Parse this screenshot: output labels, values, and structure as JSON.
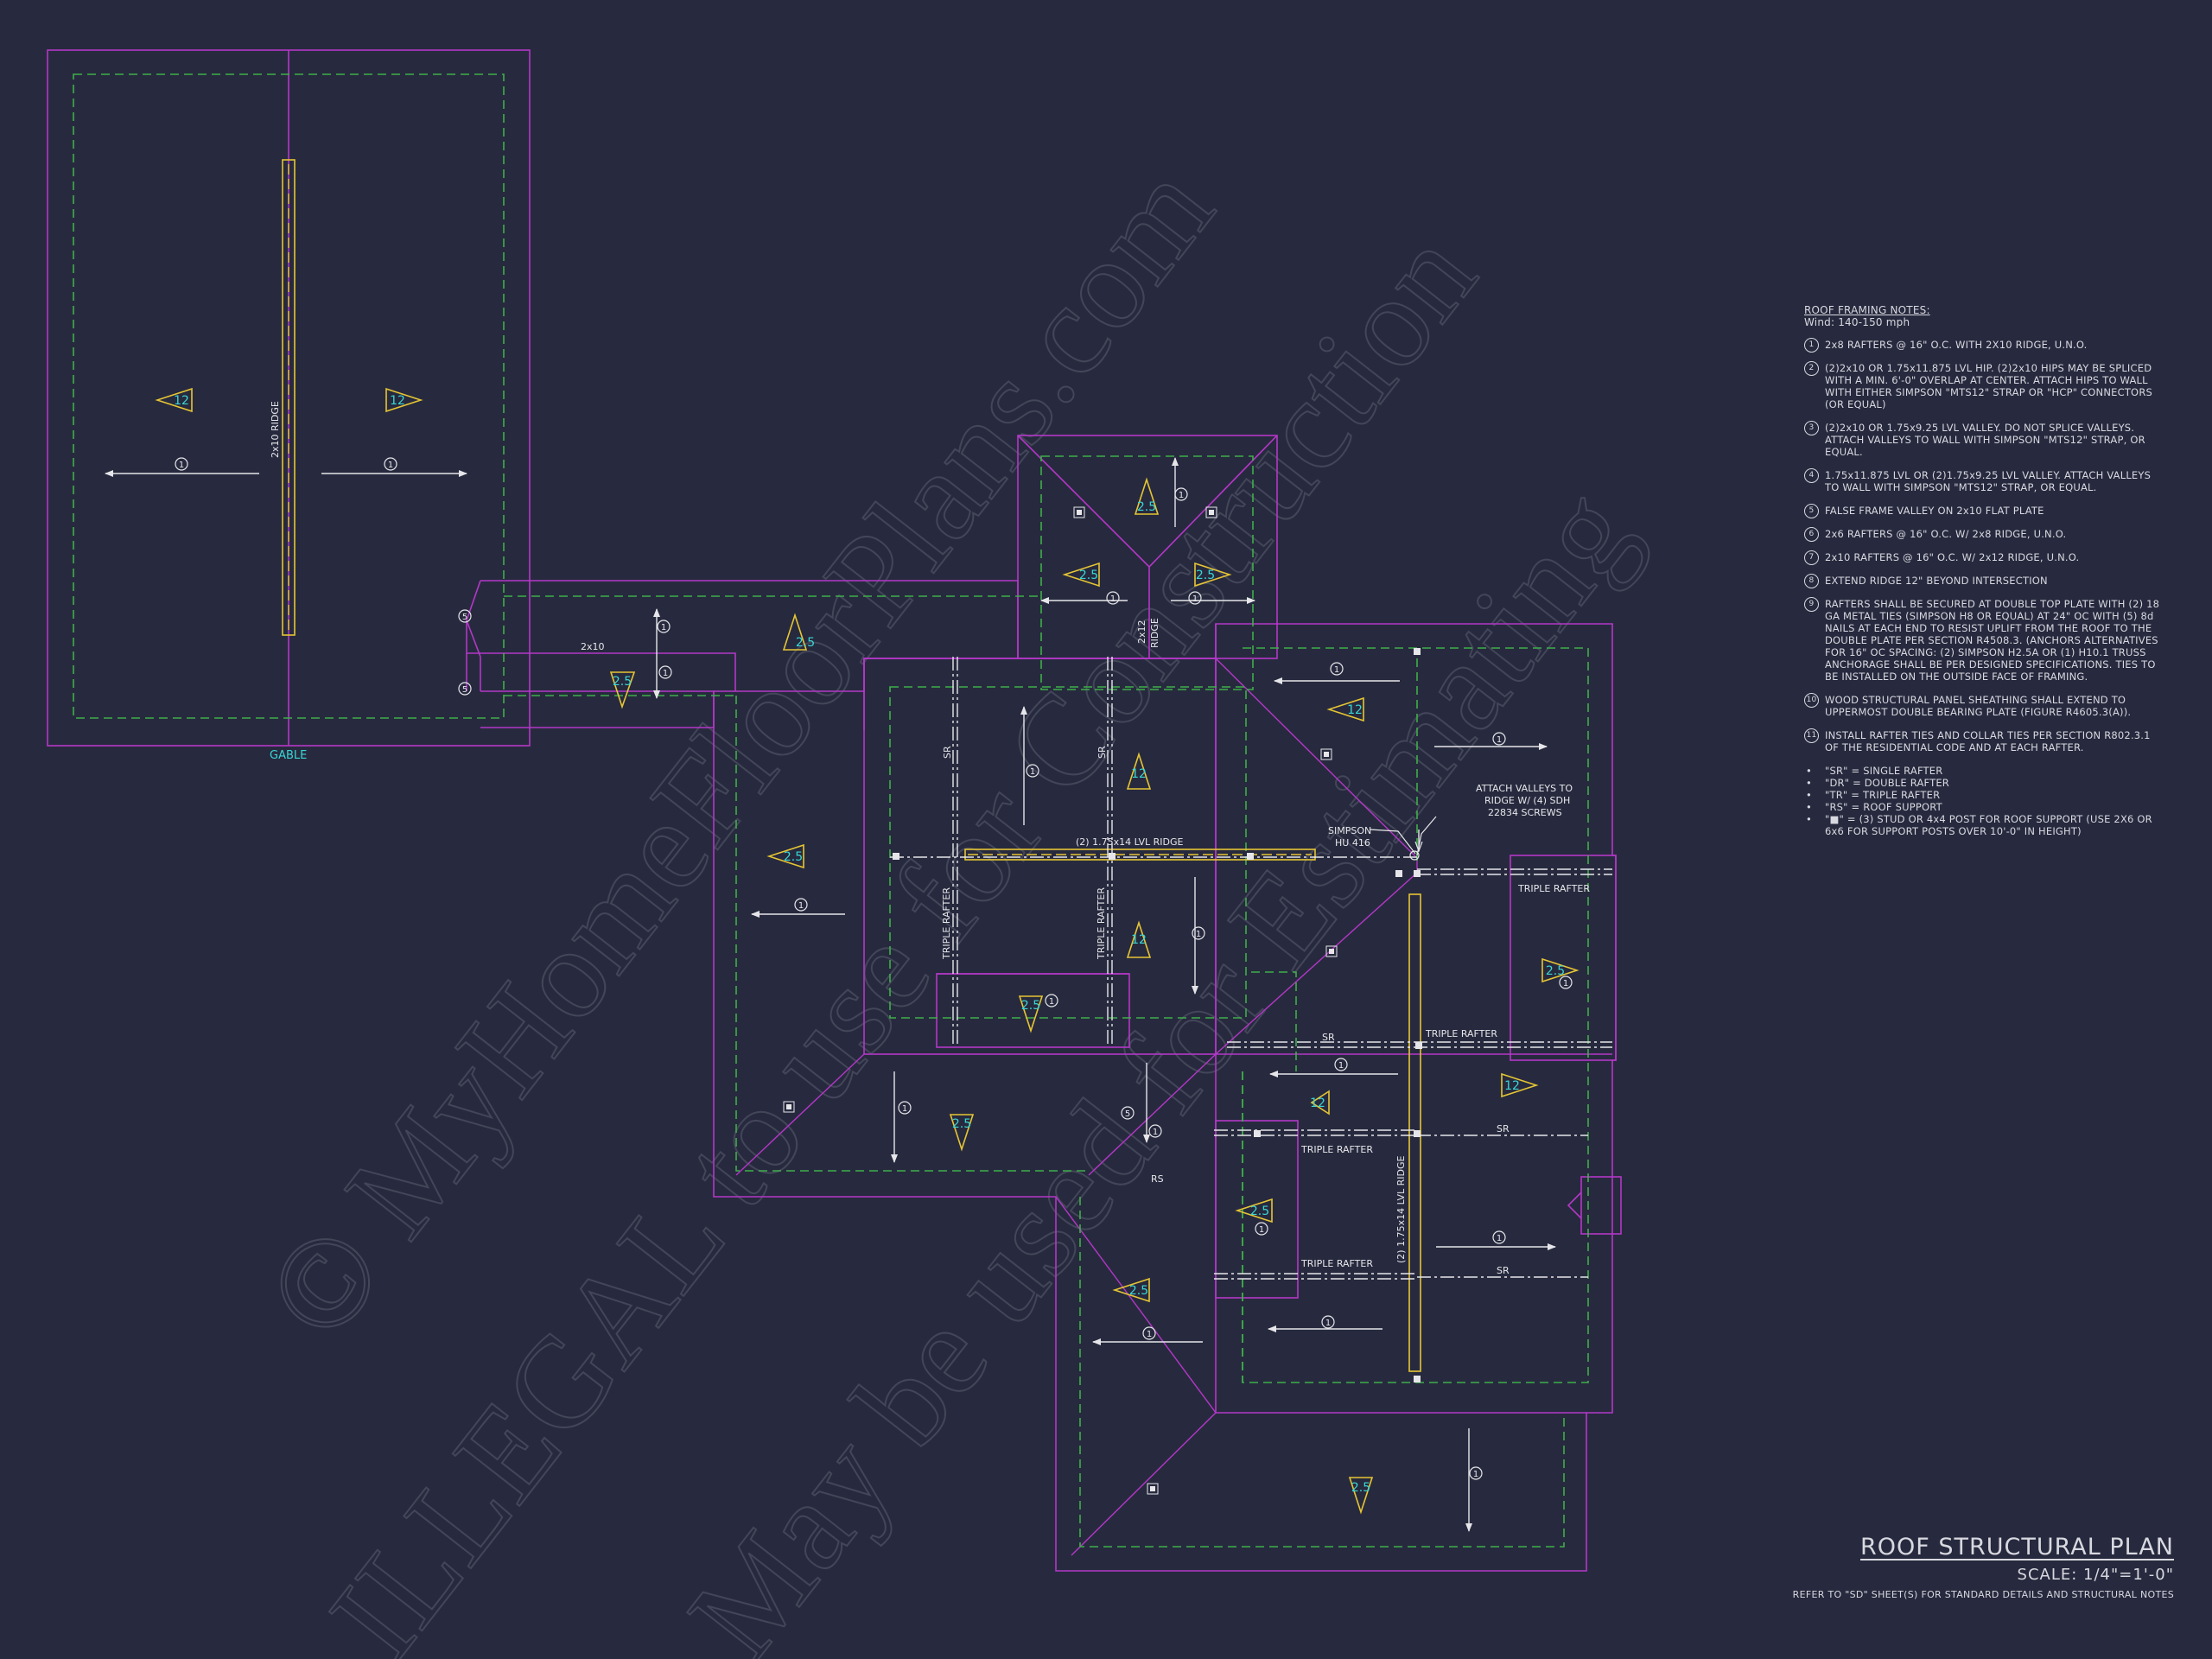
{
  "watermark": {
    "line1": "© MyHomeFloorPlans.com",
    "line2": "ILLEGAL to use for Construction",
    "line3": "May be used for Estimating"
  },
  "plan": {
    "labels": {
      "gable": "GABLE",
      "ridge_2x10": "2x10 RIDGE",
      "label_2x10": "2x10",
      "ridge_2x12": "2x12",
      "ridge_word": "RIDGE",
      "lvl_ridge_h": "(2) 1.75x14 LVL RIDGE",
      "lvl_ridge_v": "(2) 1.75x14 LVL RIDGE",
      "sr": "SR",
      "rs": "RS",
      "triple_rafter": "TRIPLE RAFTER",
      "simpson_1": "SIMPSON",
      "simpson_2": "HU 416",
      "attach_1": "ATTACH VALLEYS TO",
      "attach_2": "RIDGE W/ (4) SDH",
      "attach_3": "22834 SCREWS"
    },
    "pitch_12": "12",
    "pitch_25": "2.5",
    "note_tag_1": "1",
    "note_tag_5": "5"
  },
  "notes": {
    "title": "ROOF FRAMING NOTES:",
    "wind": "Wind: 140-150 mph",
    "items": [
      {
        "num": "1",
        "text": "2x8 RAFTERS @ 16\" O.C. WITH 2X10 RIDGE, U.N.O."
      },
      {
        "num": "2",
        "text": "(2)2x10 OR 1.75x11.875 LVL HIP. (2)2x10 HIPS MAY BE SPLICED WITH A MIN. 6'-0\" OVERLAP AT CENTER. ATTACH HIPS TO WALL WITH EITHER SIMPSON \"MTS12\" STRAP OR \"HCP\" CONNECTORS (OR EQUAL)"
      },
      {
        "num": "3",
        "text": "(2)2x10 OR 1.75x9.25 LVL VALLEY. DO NOT SPLICE VALLEYS. ATTACH VALLEYS TO WALL WITH SIMPSON \"MTS12\" STRAP, OR EQUAL."
      },
      {
        "num": "4",
        "text": "1.75x11.875 LVL OR (2)1.75x9.25 LVL VALLEY. ATTACH VALLEYS TO WALL WITH SIMPSON \"MTS12\" STRAP, OR EQUAL."
      },
      {
        "num": "5",
        "text": "FALSE FRAME VALLEY ON 2x10 FLAT PLATE"
      },
      {
        "num": "6",
        "text": "2x6 RAFTERS @ 16\" O.C. W/ 2x8 RIDGE, U.N.O."
      },
      {
        "num": "7",
        "text": "2x10 RAFTERS @ 16\" O.C. W/ 2x12 RIDGE, U.N.O."
      },
      {
        "num": "8",
        "text": "EXTEND RIDGE 12\" BEYOND INTERSECTION"
      },
      {
        "num": "9",
        "text": "RAFTERS SHALL BE SECURED AT DOUBLE TOP PLATE WITH (2) 18 GA METAL TIES (SIMPSON H8 OR EQUAL) AT 24\" OC WITH (5) 8d NAILS AT EACH END TO RESIST UPLIFT FROM THE ROOF TO THE DOUBLE PLATE PER SECTION R4508.3. (ANCHORS ALTERNATIVES FOR 16\" OC SPACING: (2) SIMPSON H2.5A OR (1) H10.1 TRUSS ANCHORAGE SHALL BE PER DESIGNED SPECIFICATIONS. TIES TO BE INSTALLED ON THE OUTSIDE FACE OF FRAMING."
      },
      {
        "num": "10",
        "text": "WOOD STRUCTURAL PANEL SHEATHING SHALL EXTEND TO UPPERMOST DOUBLE BEARING PLATE (FIGURE R4605.3(A))."
      },
      {
        "num": "11",
        "text": "INSTALL RAFTER TIES AND COLLAR TIES PER SECTION R802.3.1 OF THE RESIDENTIAL CODE AND AT EACH RAFTER."
      }
    ],
    "legend": [
      "\"SR\" = SINGLE RAFTER",
      "\"DR\" = DOUBLE RAFTER",
      "\"TR\" = TRIPLE RAFTER",
      "\"RS\" = ROOF SUPPORT",
      "\"■\" = (3) STUD OR 4x4 POST FOR ROOF SUPPORT (USE 2X6 OR 6x6 FOR SUPPORT POSTS OVER 10'-0\" IN HEIGHT)"
    ]
  },
  "title_block": {
    "title": "ROOF STRUCTURAL PLAN",
    "scale": "SCALE: 1/4\"=1'-0\"",
    "reference": "REFER TO \"SD\" SHEET(S) FOR STANDARD DETAILS AND STRUCTURAL NOTES"
  },
  "colors": {
    "background": "#272a3e",
    "roof_outline": "#b437c8",
    "wall_dashed": "#3fae4a",
    "ridge": "#e6c534",
    "pitch_text": "#39d6d6",
    "linework": "#e6e6ea"
  }
}
